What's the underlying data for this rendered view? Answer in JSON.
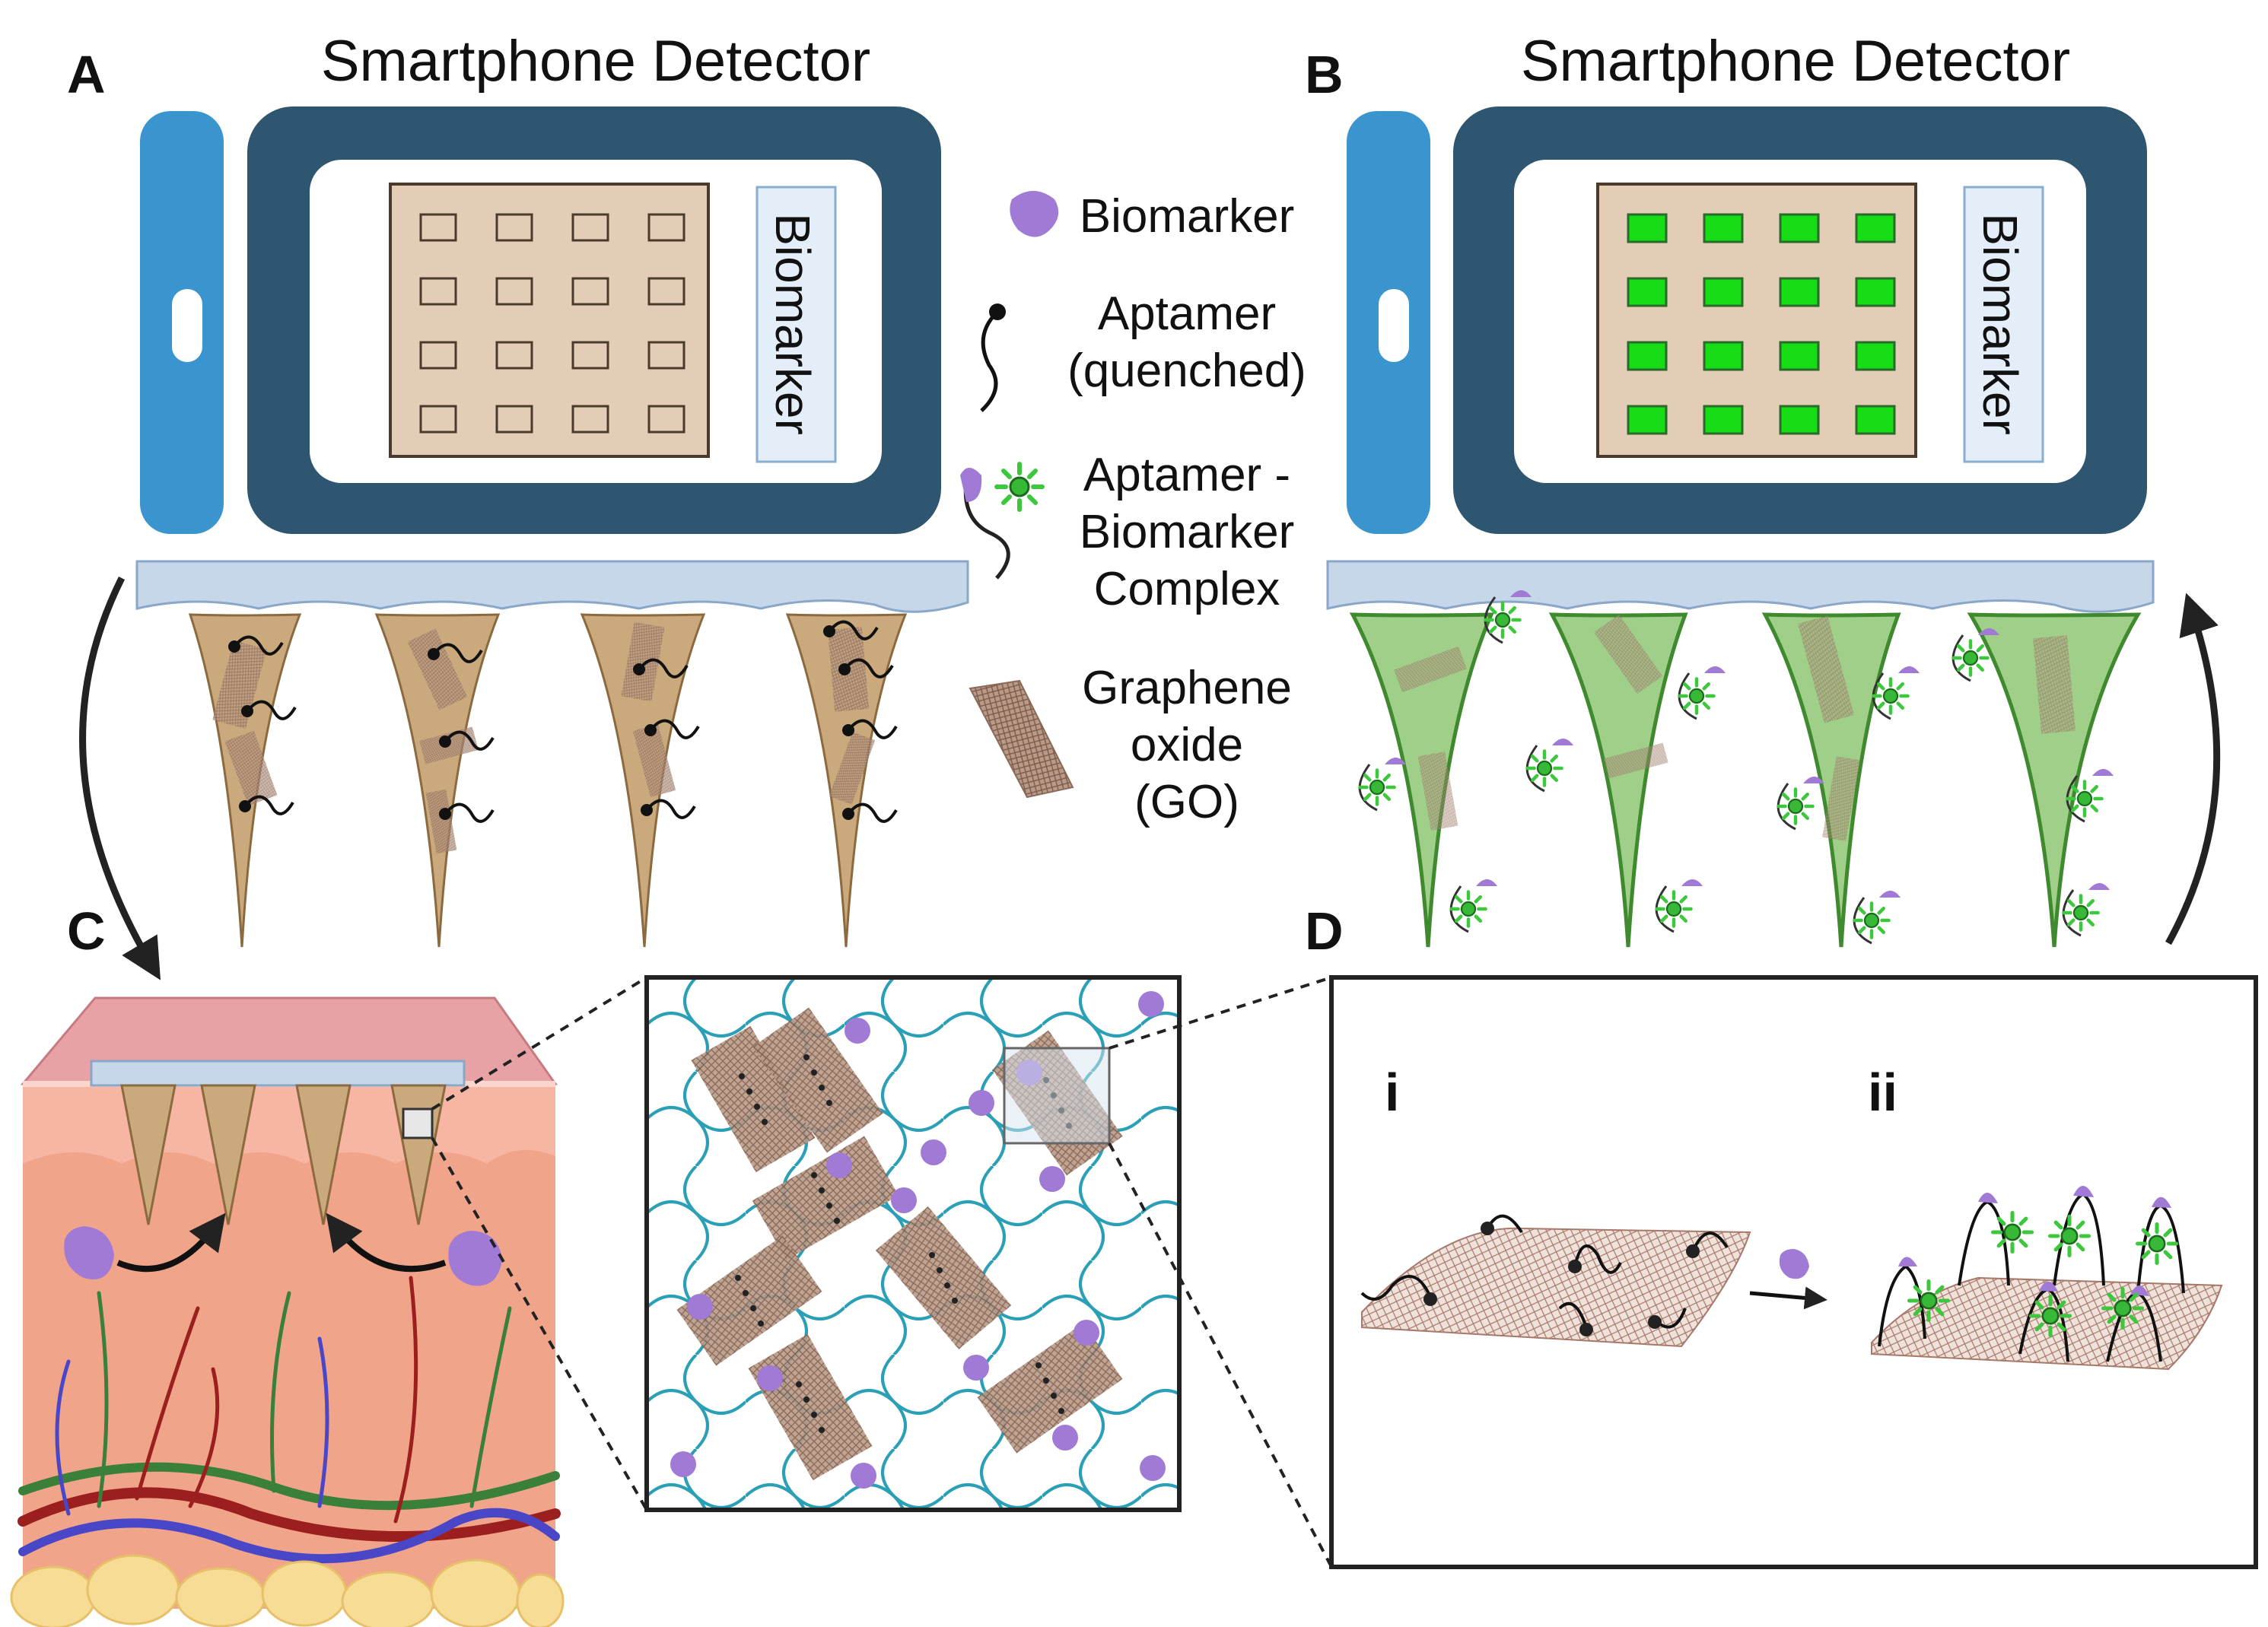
{
  "panels": {
    "a": {
      "letter": "A",
      "title": "Smartphone Detector",
      "screen_label": "Biomarker",
      "state": "no signal"
    },
    "b": {
      "letter": "B",
      "title": "Smartphone Detector",
      "screen_label": "Biomarker",
      "state": "fluorescent signal"
    },
    "c": {
      "letter": "C"
    },
    "d": {
      "letter": "D",
      "sub_i": "i",
      "sub_ii": "ii"
    }
  },
  "legend": {
    "biomarker": "Biomarker",
    "aptamer_line1": "Aptamer",
    "aptamer_line2": "(quenched)",
    "complex_line1": "Aptamer -",
    "complex_line2": "Biomarker",
    "complex_line3": "Complex",
    "go_line1": "Graphene",
    "go_line2": "oxide",
    "go_line3": "(GO)"
  },
  "colors": {
    "phone_body": "#2e5670",
    "phone_side": "#3a95cf",
    "screen_panel": "#e3cdb6",
    "well_off": "#e3cdb6",
    "well_on": "#17dd17",
    "biomarker": "#a07ad4",
    "fluorophore": "#3dc73d",
    "patch_base": "#c7d7ea",
    "needle_brown": "#caa97c",
    "needle_green": "#7fbf62",
    "hydrogel": "#2a9fb5",
    "go_sheet": "#9a7a6a"
  }
}
